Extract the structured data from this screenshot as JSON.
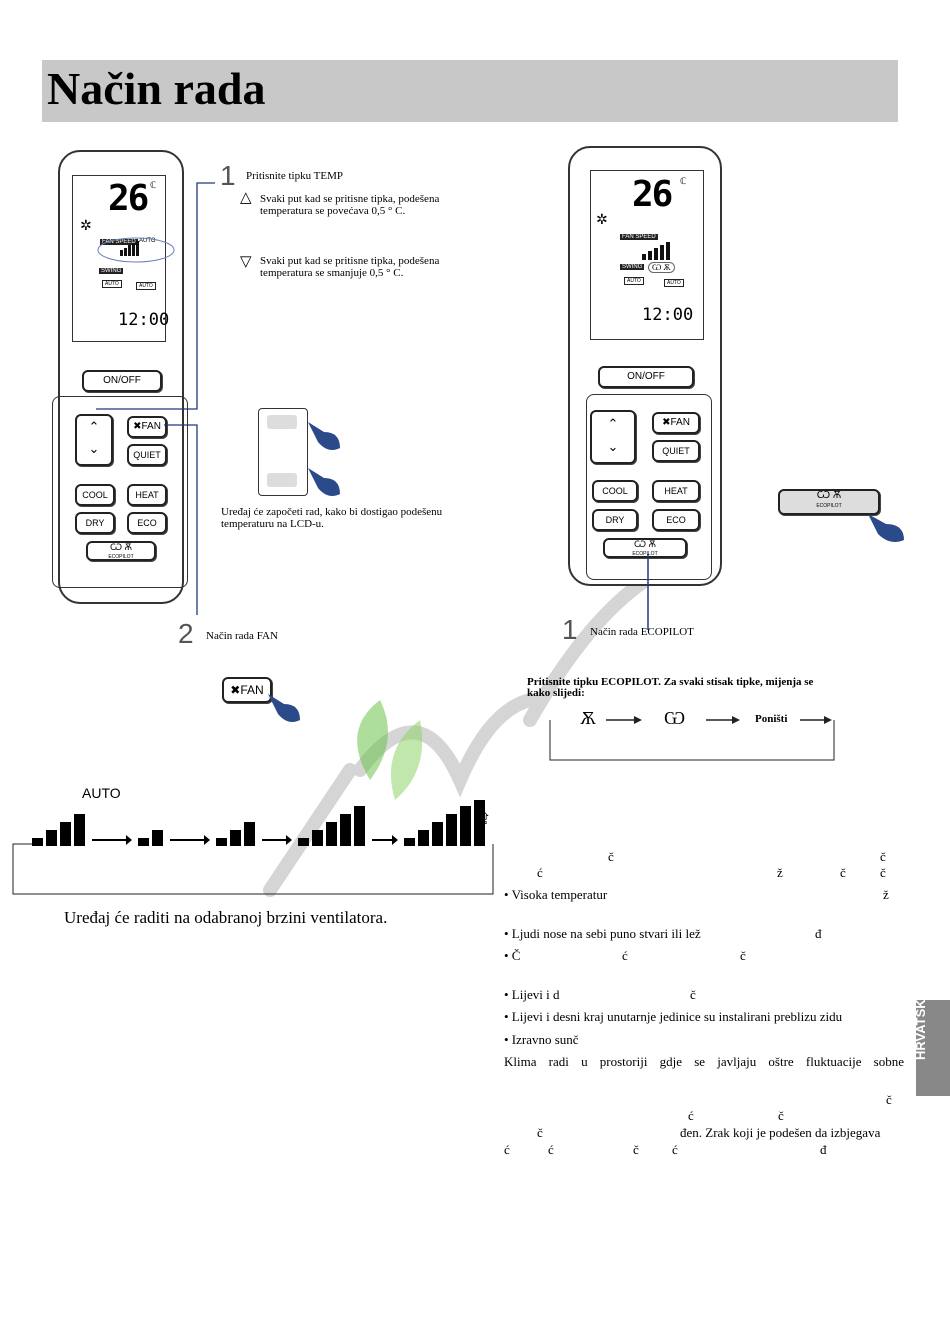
{
  "page": {
    "title": "Način rada",
    "side_label": "HRVATSKI"
  },
  "left": {
    "step1": {
      "num": "1",
      "heading": "Pritisnite tipku TEMP",
      "up_text_1": "Svaki put kad se pritisne tipka, podešena",
      "up_text_2": "temperatura se povećava 0,5 ° C.",
      "down_text_1": "Svaki put kad se pritisne tipka, podešena",
      "down_text_2": "temperatura se smanjuje 0,5 ° C.",
      "result_1": "Uređaj će započeti rad, kako bi dostigao podešenu",
      "result_2": "temperaturu na LCD-u."
    },
    "step2": {
      "num": "2",
      "heading": "Način rada FAN"
    },
    "auto_label": "AUTO",
    "fan_bars": [
      {
        "level": "auto",
        "bars": 4
      },
      {
        "level": "low",
        "bars": 2
      },
      {
        "level": "medium",
        "bars": 3
      },
      {
        "level": "high",
        "bars": 5
      },
      {
        "level": "turbo",
        "bars": 6
      }
    ],
    "caption": "Uređaj će raditi na odabranoj brzini ventilatora."
  },
  "remote": {
    "temp": "26",
    "unit": "°C",
    "fan_speed": "FAN SPEED",
    "auto": "AUTO",
    "swing": "SWING",
    "clock": "12:00",
    "on_off": "ON/OFF",
    "fan": "FAN",
    "quiet": "QUIET",
    "cool": "COOL",
    "heat": "HEAT",
    "dry": "DRY",
    "eco": "ECO",
    "ecopilot": "ECOPILOT",
    "swing_auto": "AUTO"
  },
  "right": {
    "step1": {
      "num": "1",
      "heading": "Način rada ECOPILOT",
      "desc_1": "Pritisnite tipku ECOPILOT. Za svaki stisak tipke, mijenja se",
      "desc_2": "kako slijedi:",
      "cancel": "Poništi"
    },
    "notes": [
      {
        "a": "č",
        "b": "č"
      },
      {
        "a": "ć",
        "b": "ž",
        "c": "č",
        "d": "č"
      },
      {
        "text": "• Visoka temperatur",
        "z": "ž"
      },
      {
        "text": "• Ljudi nose na sebi puno stvari ili lež",
        "d": "đ"
      },
      {
        "text": "• Č",
        "c1": "ć",
        "c2": "č"
      },
      {
        "text": "• Lijevi i d",
        "c": "č"
      },
      {
        "text": "• Lijevi i desni kraj unutarnje jedinice su instalirani preblizu zidu"
      },
      {
        "text": "• Izravno sunč"
      },
      {
        "text": "Klima radi u prostoriji gdje se javljaju oštre fluktuacije sobne"
      },
      {
        "a": "č"
      },
      {
        "a": "ć",
        "b": "č"
      },
      {
        "a": "č",
        "text": "đen. Zrak koji je podešen da izbjegava"
      },
      {
        "a": "ć",
        "b": "ć",
        "c": "č",
        "d": "ć",
        "e": "đ"
      }
    ]
  },
  "colors": {
    "title_bar": "#c8c8c8",
    "hand": "#2a4a8a",
    "side_tab": "#888888",
    "watermark_green": "#6cc24a"
  }
}
